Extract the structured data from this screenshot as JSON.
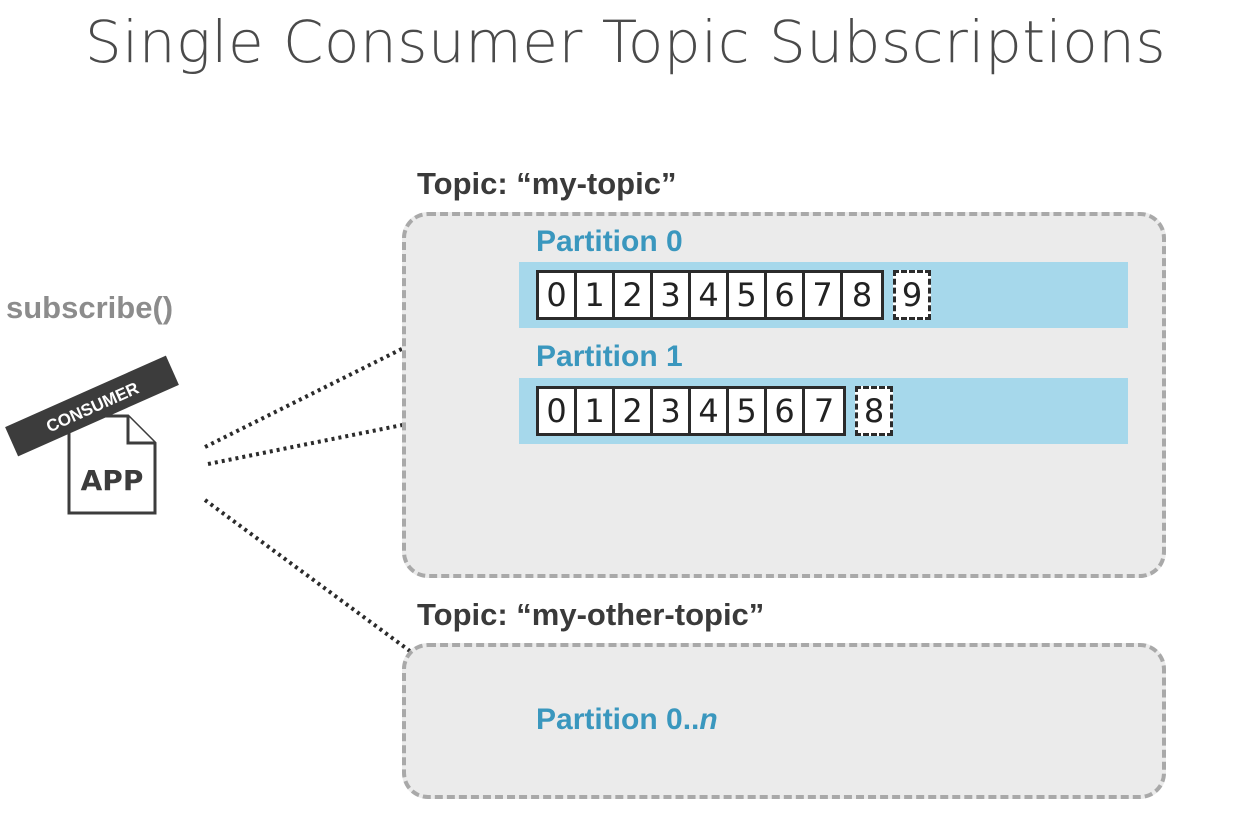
{
  "title": "Single Consumer Topic Subscriptions",
  "consumer": {
    "call": "subscribe()",
    "badge": "CONSUMER",
    "app": "APP"
  },
  "topics": [
    {
      "label": "Topic: “my-topic”",
      "partitions": [
        {
          "label": "Partition 0",
          "offsets": [
            "0",
            "1",
            "2",
            "3",
            "4",
            "5",
            "6",
            "7",
            "8"
          ],
          "next_offset": "9"
        },
        {
          "label": "Partition 1",
          "offsets": [
            "0",
            "1",
            "2",
            "3",
            "4",
            "5",
            "6",
            "7"
          ],
          "next_offset": "8"
        }
      ]
    },
    {
      "label": "Topic: “my-other-topic”",
      "partition_range": {
        "prefix": "Partition 0..",
        "suffix": "n"
      }
    }
  ],
  "colors": {
    "topic_bg": "#ebebeb",
    "topic_border": "#a9a9a9",
    "partition_band": "#a6d8eb",
    "partition_label": "#3a97be"
  }
}
